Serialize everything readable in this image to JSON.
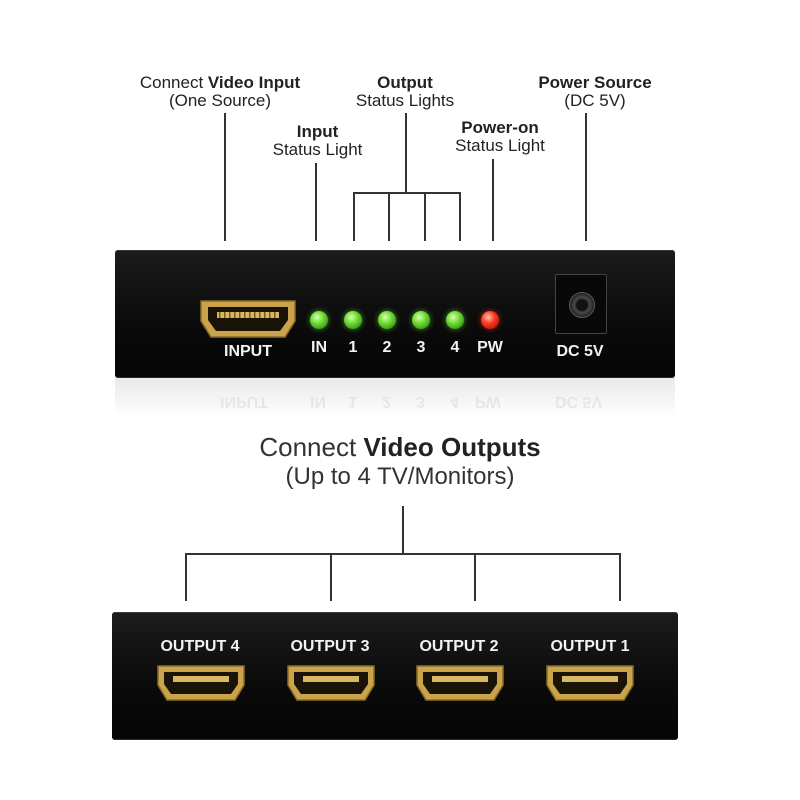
{
  "callouts": {
    "video_input": {
      "pre": "Connect ",
      "bold": "Video Input",
      "line2": "(One Source)"
    },
    "input_status": {
      "bold": "Input",
      "line2": "Status Light"
    },
    "output_status": {
      "bold": "Output",
      "line2": "Status Lights"
    },
    "power_on": {
      "bold": "Power-on",
      "line2": "Status Light"
    },
    "power_source": {
      "bold": "Power Source",
      "line2": "(DC 5V)"
    }
  },
  "front_panel": {
    "input_label": "INPUT",
    "leds": [
      {
        "label": "IN",
        "color": "green"
      },
      {
        "label": "1",
        "color": "green"
      },
      {
        "label": "2",
        "color": "green"
      },
      {
        "label": "3",
        "color": "green"
      },
      {
        "label": "4",
        "color": "green"
      },
      {
        "label": "PW",
        "color": "red"
      }
    ],
    "dc_label": "DC 5V"
  },
  "outputs_heading": {
    "pre": "Connect ",
    "bold": "Video Outputs",
    "line2": "(Up to 4 TV/Monitors)"
  },
  "back_panel": {
    "outputs": [
      "OUTPUT 4",
      "OUTPUT 3",
      "OUTPUT 2",
      "OUTPUT 1"
    ]
  },
  "colors": {
    "led_green": "#7be03c",
    "led_red": "#ff3a1e",
    "panel": "#0b0b0b",
    "port_gold": "#c9a64a"
  }
}
